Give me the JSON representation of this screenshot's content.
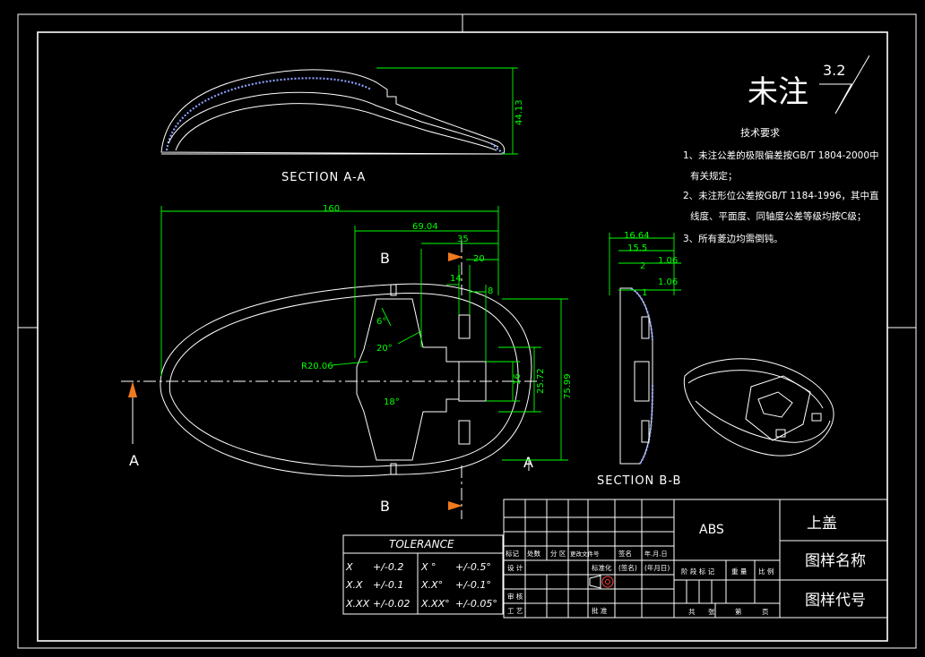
{
  "roughness": {
    "label": "未注",
    "value": "3.2"
  },
  "tech_req": {
    "title": "技术要求",
    "items": [
      "1、未注公差的极限偏差按GB/T 1804-2000中",
      "有关规定；",
      "2、未注形位公差按GB/T 1184-1996，其中直",
      "线度、平面度、同轴度公差等级均按C级；",
      "3、所有菱边均需倒钝。"
    ]
  },
  "section_aa": {
    "title": "SECTION A-A",
    "dim": "44.13"
  },
  "section_bb": {
    "title": "SECTION B-B",
    "dims": [
      "16.64",
      "15.5",
      "1.06",
      "1.06"
    ]
  },
  "plan_view": {
    "dims": [
      "160",
      "69.04",
      "35",
      "20",
      "14",
      "8",
      "16",
      "25.72",
      "75.99"
    ],
    "angles": [
      "6°",
      "20°",
      "18°"
    ],
    "radius": "R20.06",
    "labels": {
      "a_top": "A",
      "a_bottom": "A",
      "b_top": "B",
      "b_bottom": "B"
    }
  },
  "tolerance": {
    "title": "TOLERANCE",
    "rows": [
      [
        "X",
        "+/-0.2",
        "X °",
        "+/-0.5°"
      ],
      [
        "X.X",
        "+/-0.1",
        "X.X°",
        "+/-0.1°"
      ],
      [
        "X.XX",
        "+/-0.02",
        "X.XX°",
        "+/-0.05°"
      ]
    ]
  },
  "title_block": {
    "material": "ABS",
    "part_name": "上盖",
    "drawing_name": "图样名称",
    "drawing_code": "图样代号",
    "header_cells": [
      "标记",
      "处数",
      "分 区",
      "更改文件号",
      "签名",
      "年.月.日"
    ],
    "row_labels": [
      "设 计",
      "审 核",
      "工 艺"
    ],
    "std_label": "标准化",
    "sign_label": "(签名)",
    "date_label": "(年月日)",
    "approve_label": "批 准",
    "stage_cells": [
      "阶 段 标 记",
      "重 量",
      "比 例"
    ],
    "sheet_cells": [
      "共",
      "张",
      "第",
      "页"
    ]
  },
  "colors": {
    "background": "#000000",
    "outline": "#ffffff",
    "dimension": "#00ff00",
    "arrow": "#f07a1e"
  }
}
